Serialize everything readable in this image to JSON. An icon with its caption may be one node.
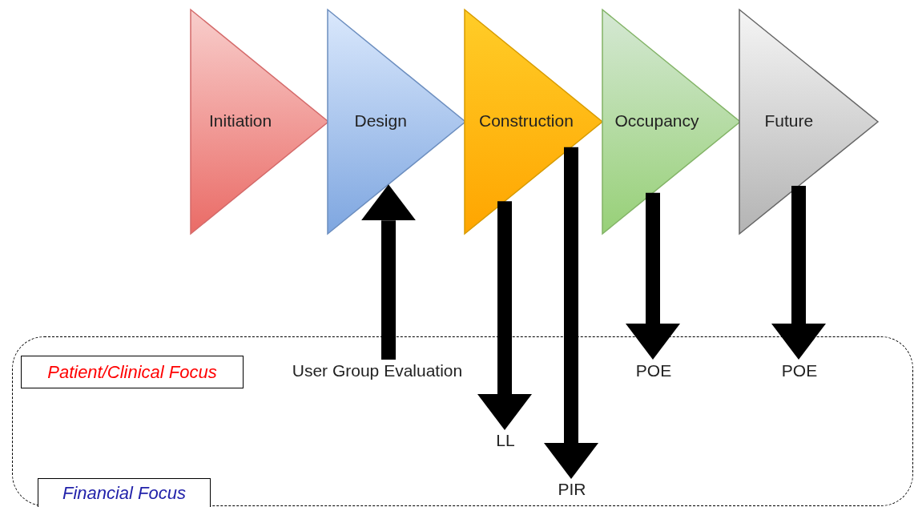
{
  "diagram": {
    "nodes": [
      {
        "text": [
          "Initiation"
        ]
      },
      {
        "text": [
          "Design"
        ]
      },
      {
        "text": [
          "Construction"
        ]
      },
      {
        "text": [
          "Occupancy"
        ]
      },
      {
        "text": [
          "Future"
        ]
      },
      {
        "text": [],
        "shape": "box"
      },
      {
        "text": [
          "Patient/Clinical Focus"
        ],
        "in": 5
      },
      {
        "text": [
          "Financial Focus"
        ],
        "in": 5
      },
      {
        "text": [
          "User Group Evaluation"
        ],
        "in": 5
      },
      {
        "text": [
          "LL"
        ],
        "in": 5
      },
      {
        "text": [
          "PIR"
        ],
        "in": 5
      },
      {
        "text": [
          "POE"
        ],
        "in": 5
      },
      {
        "text": [
          "POE"
        ],
        "in": 5
      }
    ],
    "edges": [
      {
        "from": 8,
        "to": 1,
        "arrow": "to"
      },
      {
        "from": 2,
        "to": 9,
        "arrow": "to"
      },
      {
        "from": 2,
        "to": 10,
        "arrow": "to"
      },
      {
        "from": 3,
        "to": 11,
        "arrow": "to"
      },
      {
        "from": 4,
        "to": 12,
        "arrow": "to"
      }
    ]
  }
}
